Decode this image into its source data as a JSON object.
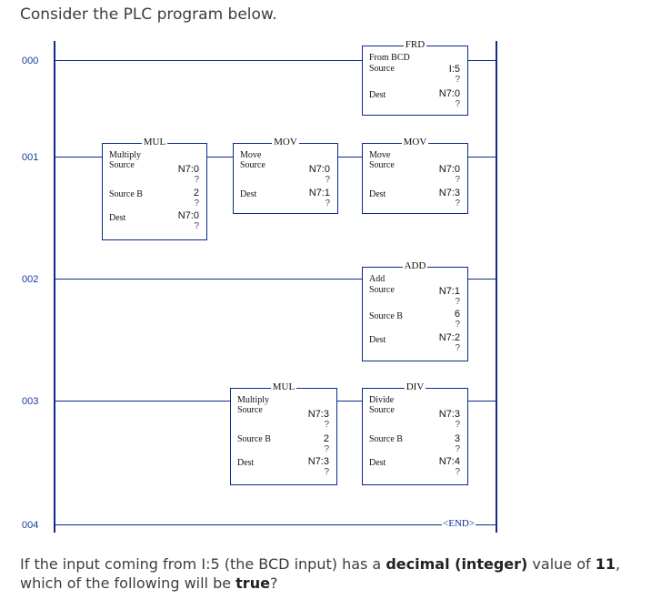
{
  "intro": "Consider the PLC program below.",
  "rungs": [
    {
      "num": "000",
      "blocks": [
        {
          "title": "FRD",
          "lines": [
            {
              "label": "From BCD",
              "value": "",
              "q": false
            },
            {
              "label": "Source",
              "value": "I:5",
              "q": true
            },
            {
              "label": "Dest",
              "value": "N7:0",
              "q": true
            }
          ]
        }
      ]
    },
    {
      "num": "001",
      "blocks": [
        {
          "title": "MUL",
          "lines": [
            {
              "label": "Multiply",
              "value": "",
              "q": false
            },
            {
              "label": "Source",
              "value": "N7:0",
              "q": true
            },
            {
              "label": "Source B",
              "value": "2",
              "q": true
            },
            {
              "label": "Dest",
              "value": "N7:0",
              "q": true
            }
          ]
        },
        {
          "title": "MOV",
          "lines": [
            {
              "label": "Move",
              "value": "",
              "q": false
            },
            {
              "label": "Source",
              "value": "N7:0",
              "q": true
            },
            {
              "label": "Dest",
              "value": "N7:1",
              "q": true
            }
          ]
        },
        {
          "title": "MOV",
          "lines": [
            {
              "label": "Move",
              "value": "",
              "q": false
            },
            {
              "label": "Source",
              "value": "N7:0",
              "q": true
            },
            {
              "label": "Dest",
              "value": "N7:3",
              "q": true
            }
          ]
        }
      ]
    },
    {
      "num": "002",
      "blocks": [
        {
          "title": "ADD",
          "lines": [
            {
              "label": "Add",
              "value": "",
              "q": false
            },
            {
              "label": "Source",
              "value": "N7:1",
              "q": true
            },
            {
              "label": "Source B",
              "value": "6",
              "q": true
            },
            {
              "label": "Dest",
              "value": "N7:2",
              "q": true
            }
          ]
        }
      ]
    },
    {
      "num": "003",
      "blocks": [
        {
          "title": "MUL",
          "lines": [
            {
              "label": "Multiply",
              "value": "",
              "q": false
            },
            {
              "label": "Source",
              "value": "N7:3",
              "q": true
            },
            {
              "label": "Source B",
              "value": "2",
              "q": true
            },
            {
              "label": "Dest",
              "value": "N7:3",
              "q": true
            }
          ]
        },
        {
          "title": "DIV",
          "lines": [
            {
              "label": "Divide",
              "value": "",
              "q": false
            },
            {
              "label": "Source",
              "value": "N7:3",
              "q": true
            },
            {
              "label": "Source B",
              "value": "3",
              "q": true
            },
            {
              "label": "Dest",
              "value": "N7:4",
              "q": true
            }
          ]
        }
      ]
    },
    {
      "num": "004",
      "end_label": "END"
    }
  ],
  "question": {
    "part1": "If the input coming from I:5 (the BCD input) has a ",
    "bold1": "decimal (integer)",
    "part2": " value of ",
    "bold2": "11",
    "part3": ", which of the following will be ",
    "bold3": "true",
    "part4": "?"
  },
  "colors": {
    "ladder": "#0b2a8c",
    "text": "#3d3d3d"
  }
}
